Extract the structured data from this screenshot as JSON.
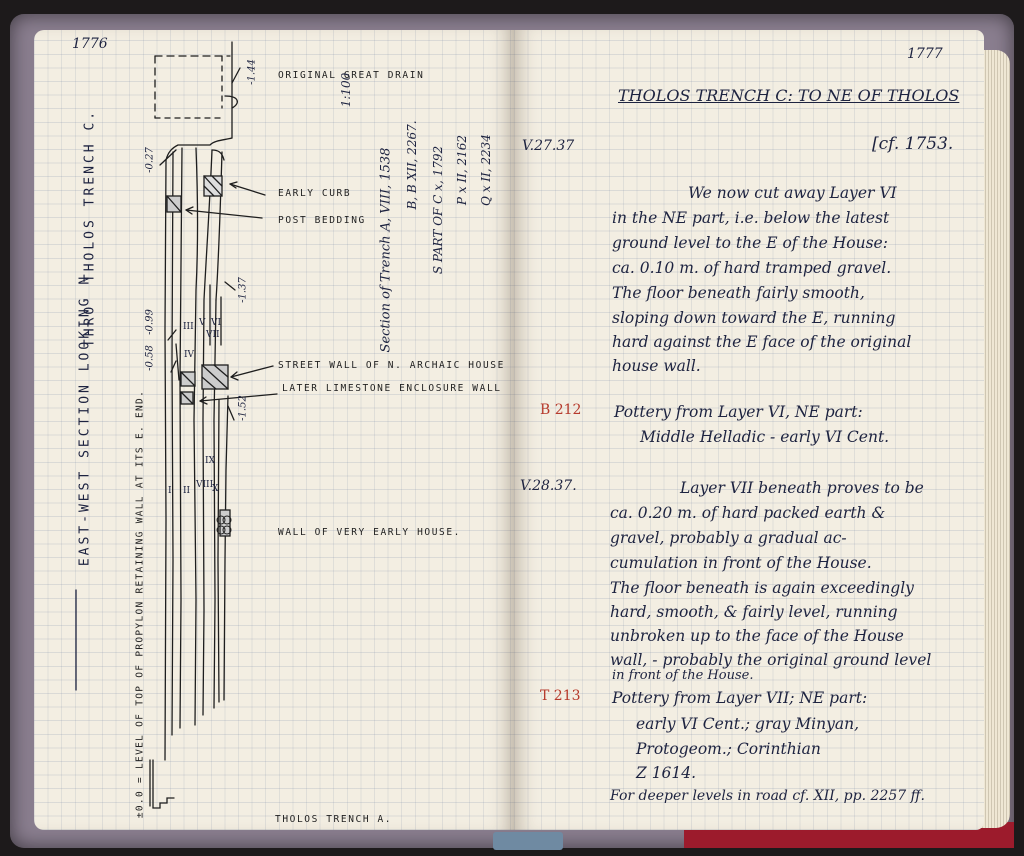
{
  "pages": {
    "left_number": "1776",
    "right_number": "1777"
  },
  "left": {
    "vertical_title_main": "EAST-WEST SECTION LOOKING N",
    "vertical_title_sub": "THRO' THOLOS TRENCH C.",
    "vertical_level": "±0.0 = LEVEL OF TOP OF PROPYLON RETAINING WALL AT ITS E. END.",
    "labels": {
      "original_drain": "ORIGINAL GREAT DRAIN",
      "early_curb": "EARLY CURB",
      "post_bedding": "POST BEDDING",
      "street_wall": "STREET WALL OF N. ARCHAIC HOUSE",
      "later_wall": "LATER LIMESTONE ENCLOSURE WALL",
      "very_early": "WALL OF VERY EARLY HOUSE.",
      "bottom": "THOLOS TRENCH A."
    },
    "scale": "1:100",
    "section_ref": "Section of Trench A, VIII, 1538",
    "refs": [
      "B, B XII, 2267.",
      "S PART OF C x, 1792",
      "P x II, 2162",
      "Q x II, 2234"
    ],
    "depths": {
      "d144": "-1.44",
      "d027": "-0.27",
      "d099": "-0.99",
      "d137": "-1.37",
      "d058": "-0.58",
      "d152": "-1.52"
    },
    "layers": {
      "l1": "I",
      "l2": "II",
      "l3": "III",
      "l4": "IV",
      "l5": "V",
      "l6": "VI",
      "l7": "VII",
      "l8": "VIII",
      "l9": "IX",
      "l10": "X"
    }
  },
  "right": {
    "title": "THOLOS TRENCH C: TO NE OF THOLOS",
    "cf": "[cf. 1753.",
    "dates": [
      "V.27.37",
      "V.28.37."
    ],
    "codes": [
      "B 212",
      "T 213"
    ],
    "para1": [
      "We now cut away Layer VI",
      "in the NE part, i.e. below the latest",
      "ground level to the E of the House:",
      "ca. 0.10 m. of hard tramped gravel.",
      "The floor beneath fairly smooth,",
      "sloping down toward the E, running",
      "hard against the E face of the original",
      "house wall."
    ],
    "pottery1": [
      "Pottery from Layer VI, NE part:",
      "Middle Helladic - early VI Cent."
    ],
    "para2": [
      "Layer VII beneath proves to be",
      "ca. 0.20 m. of hard packed earth &",
      "gravel, probably a gradual ac-",
      "cumulation in front of the House.",
      "The floor beneath is again exceedingly",
      "hard, smooth, & fairly level, running",
      "unbroken up to the face of the House",
      "wall, - probably the original ground level",
      "in front of the House."
    ],
    "pottery2": [
      "Pottery from Layer VII; NE part:",
      "early VI Cent.; gray Minyan,",
      "Protogeom.; Corinthian",
      "Z 1614."
    ],
    "footer": "For deeper levels in road cf. XII, pp. 2257 ff."
  },
  "colors": {
    "ink_blue": "#1d2340",
    "ink_red": "#b63a2c",
    "paper": "#f3eee2",
    "cover": "#8a7e8f"
  }
}
